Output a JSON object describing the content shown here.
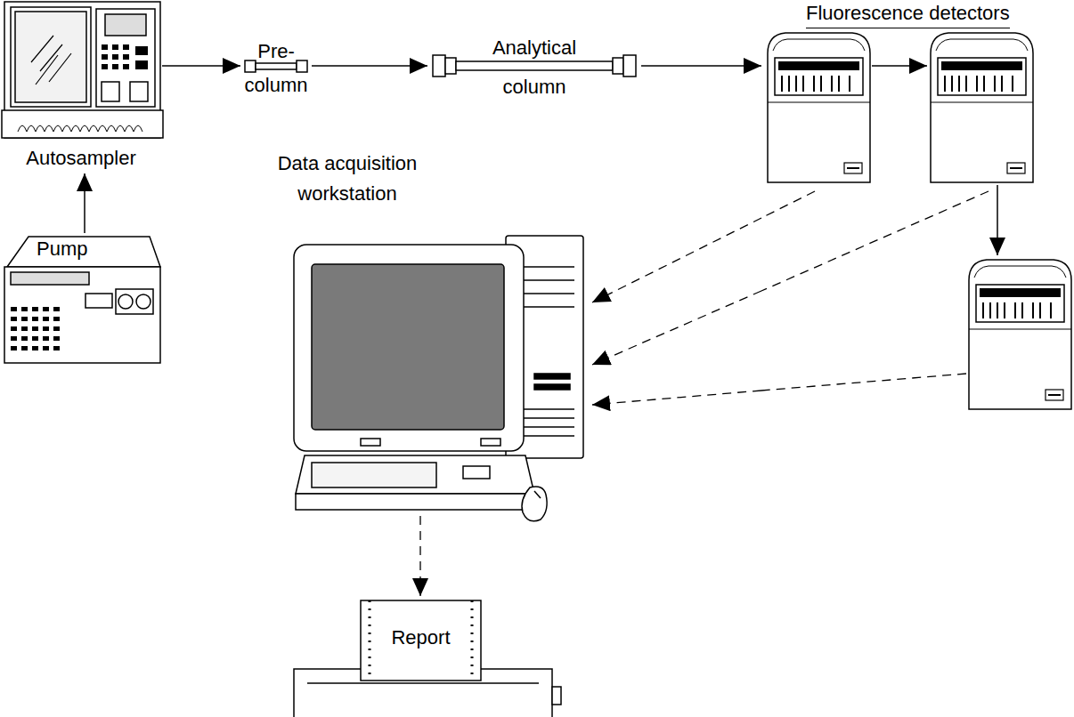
{
  "diagram": {
    "nodes": [
      {
        "text": [
          "Autosampler"
        ]
      },
      {
        "text": [
          "Pre- column"
        ]
      },
      {
        "text": [
          "Analytical column"
        ]
      },
      {
        "text": [
          "Fluorescence detectors"
        ]
      },
      {
        "text": [
          "Pump"
        ]
      },
      {
        "text": [
          "Data acquisition workstation"
        ]
      },
      {
        "text": [
          "Report"
        ]
      }
    ],
    "edges": [
      {
        "from": 4,
        "to": 0,
        "arrow": "to"
      },
      {
        "from": 0,
        "to": 1,
        "arrow": "to"
      },
      {
        "from": 1,
        "to": 2,
        "arrow": "to"
      },
      {
        "from": 2,
        "to": 3,
        "arrow": "to"
      },
      {
        "from": 3,
        "to": 5,
        "arrow": "to"
      },
      {
        "from": 3,
        "to": 5,
        "arrow": "to"
      },
      {
        "from": 3,
        "to": 5,
        "arrow": "to"
      },
      {
        "from": 5,
        "to": 6,
        "arrow": "to"
      }
    ]
  }
}
